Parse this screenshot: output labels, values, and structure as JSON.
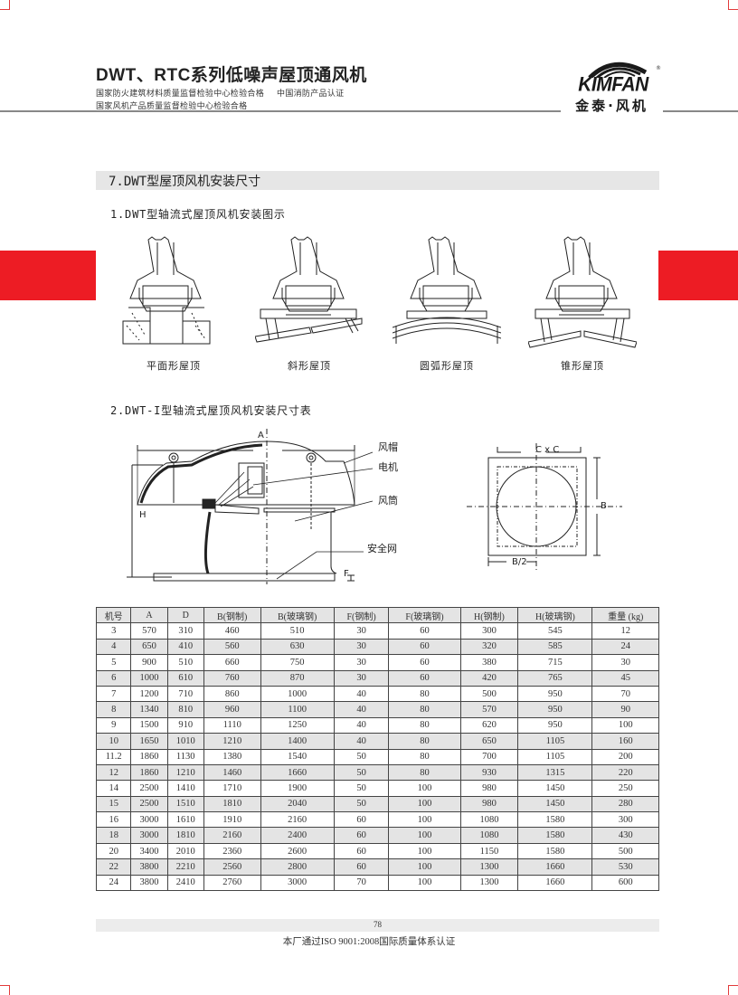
{
  "header": {
    "title": "DWT、RTC系列低噪声屋顶通风机",
    "cert_line1_a": "国家防火建筑材料质量监督检验中心检验合格",
    "cert_line1_b": "中国消防产品认证",
    "cert_line2": "国家风机产品质量监督检验中心检验合格"
  },
  "logo": {
    "word": "KIMFAN",
    "registered": "®",
    "cn": "金泰·风机"
  },
  "colors": {
    "accent_red": "#ed1c24",
    "band_gray": "#e6e6e6",
    "rule_gray": "#888888"
  },
  "section": {
    "title": "7.DWT型屋顶风机安装尺寸",
    "sub1": "1.DWT型轴流式屋顶风机安装图示",
    "sub2": "2.DWT-I型轴流式屋顶风机安装尺寸表"
  },
  "roof_types": [
    {
      "label": "平面形屋顶"
    },
    {
      "label": "斜形屋顶"
    },
    {
      "label": "圆弧形屋顶"
    },
    {
      "label": "锥形屋顶"
    }
  ],
  "diagram": {
    "dim_A": "A",
    "dim_H": "H",
    "dim_F": "F",
    "callouts": [
      "风帽",
      "电机",
      "风筒",
      "安全网"
    ],
    "plan_dim_CxC": "C x C",
    "plan_dim_B": "B",
    "plan_dim_B2": "B/2"
  },
  "table": {
    "headers": [
      "机号",
      "A",
      "D",
      "B(钢制)",
      "B(玻璃钢)",
      "F(钢制)",
      "F(玻璃钢)",
      "H(钢制)",
      "H(玻璃钢)",
      "重量 (kg)"
    ],
    "rows": [
      [
        "3",
        "570",
        "310",
        "460",
        "510",
        "30",
        "60",
        "300",
        "545",
        "12"
      ],
      [
        "4",
        "650",
        "410",
        "560",
        "630",
        "30",
        "60",
        "320",
        "585",
        "24"
      ],
      [
        "5",
        "900",
        "510",
        "660",
        "750",
        "30",
        "60",
        "380",
        "715",
        "30"
      ],
      [
        "6",
        "1000",
        "610",
        "760",
        "870",
        "30",
        "60",
        "420",
        "765",
        "45"
      ],
      [
        "7",
        "1200",
        "710",
        "860",
        "1000",
        "40",
        "80",
        "500",
        "950",
        "70"
      ],
      [
        "8",
        "1340",
        "810",
        "960",
        "1100",
        "40",
        "80",
        "570",
        "950",
        "90"
      ],
      [
        "9",
        "1500",
        "910",
        "1110",
        "1250",
        "40",
        "80",
        "620",
        "950",
        "100"
      ],
      [
        "10",
        "1650",
        "1010",
        "1210",
        "1400",
        "40",
        "80",
        "650",
        "1105",
        "160"
      ],
      [
        "11.2",
        "1860",
        "1130",
        "1380",
        "1540",
        "50",
        "80",
        "700",
        "1105",
        "200"
      ],
      [
        "12",
        "1860",
        "1210",
        "1460",
        "1660",
        "50",
        "80",
        "930",
        "1315",
        "220"
      ],
      [
        "14",
        "2500",
        "1410",
        "1710",
        "1900",
        "50",
        "100",
        "980",
        "1450",
        "250"
      ],
      [
        "15",
        "2500",
        "1510",
        "1810",
        "2040",
        "50",
        "100",
        "980",
        "1450",
        "280"
      ],
      [
        "16",
        "3000",
        "1610",
        "1910",
        "2160",
        "60",
        "100",
        "1080",
        "1580",
        "300"
      ],
      [
        "18",
        "3000",
        "1810",
        "2160",
        "2400",
        "60",
        "100",
        "1080",
        "1580",
        "430"
      ],
      [
        "20",
        "3400",
        "2010",
        "2360",
        "2600",
        "60",
        "100",
        "1150",
        "1580",
        "500"
      ],
      [
        "22",
        "3800",
        "2210",
        "2560",
        "2800",
        "60",
        "100",
        "1300",
        "1660",
        "530"
      ],
      [
        "24",
        "3800",
        "2410",
        "2760",
        "3000",
        "70",
        "100",
        "1300",
        "1660",
        "600"
      ]
    ]
  },
  "footer": {
    "page_number": "78",
    "text": "本厂通过ISO 9001:2008国际质量体系认证"
  }
}
